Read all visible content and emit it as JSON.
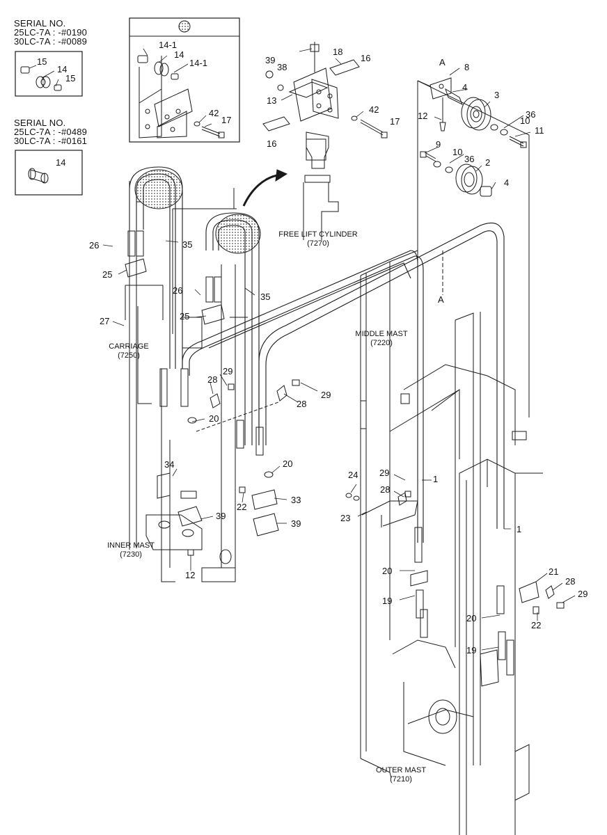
{
  "serial_blocks": [
    {
      "title": "SERIAL NO.",
      "line1": "25LC-7A : -#0190",
      "line2": "30LC-7A : -#0089"
    },
    {
      "title": "SERIAL NO.",
      "line1": "25LC-7A : -#0489",
      "line2": "30LC-7A : -#0161"
    }
  ],
  "assemblies": {
    "free_lift_cylinder": {
      "name": "FREE LIFT CYLINDER",
      "code": "(7270)"
    },
    "carriage": {
      "name": "CARRIAGE",
      "code": "(7250)"
    },
    "middle_mast": {
      "name": "MIDDLE MAST",
      "code": "(7220)"
    },
    "inner_mast": {
      "name": "INNER MAST",
      "code": "(7230)"
    },
    "outer_mast": {
      "name": "OUTER MAST",
      "code": "(7210)"
    }
  },
  "section_marks": [
    "A",
    "A"
  ],
  "part_callouts": [
    "15",
    "14",
    "15",
    "14",
    "14-1",
    "14",
    "14-1",
    "42",
    "17",
    "39",
    "38",
    "18",
    "16",
    "13",
    "42",
    "17",
    "16",
    "8",
    "4",
    "3",
    "12",
    "36",
    "10",
    "11",
    "9",
    "10",
    "36",
    "2",
    "4",
    "26",
    "35",
    "25",
    "26",
    "25",
    "35",
    "27",
    "29",
    "28",
    "29",
    "28",
    "20",
    "34",
    "22",
    "33",
    "20",
    "39",
    "12",
    "39",
    "29",
    "1",
    "24",
    "28",
    "23",
    "1",
    "20",
    "19",
    "21",
    "28",
    "29",
    "22",
    "20",
    "19"
  ],
  "colors": {
    "line": "#1a1a1a",
    "hatch": "#555555",
    "sheave": "#9a9a9a",
    "background": "#ffffff"
  }
}
